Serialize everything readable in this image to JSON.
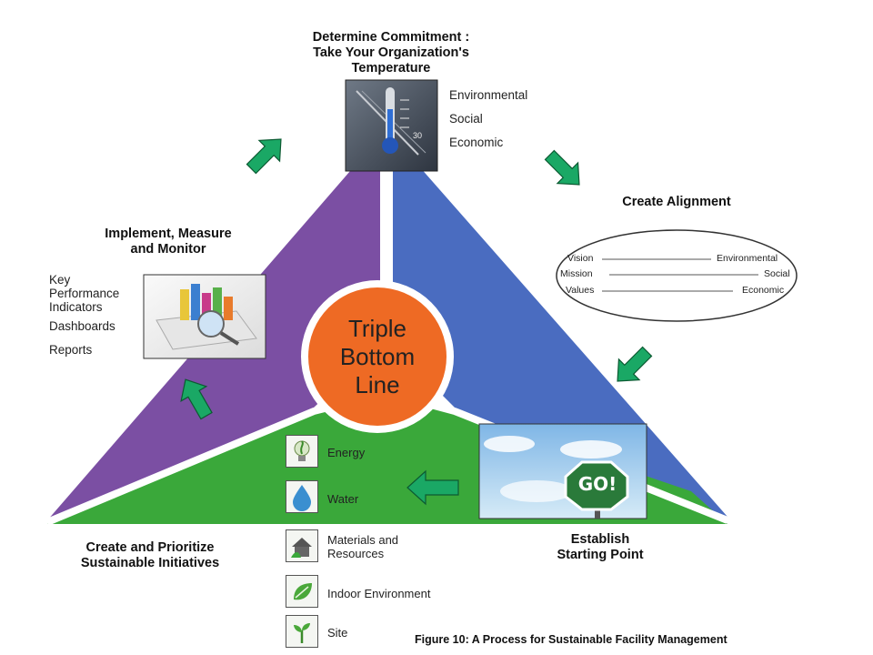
{
  "stages": {
    "determine": {
      "title_lines": [
        "Determine Commitment :",
        "Take Your Organization's",
        "Temperature"
      ]
    },
    "alignment": {
      "title": "Create Alignment"
    },
    "implement": {
      "title_lines": [
        "Implement, Measure",
        "and Monitor"
      ]
    },
    "create": {
      "title_lines": [
        "Create and Prioritize",
        "Sustainable Initiatives"
      ]
    },
    "establish": {
      "title_lines": [
        "Establish",
        "Starting Point"
      ]
    }
  },
  "commitment_items": [
    "Environmental",
    "Social",
    "Economic"
  ],
  "implement_items": [
    "Key",
    "Performance",
    "Indicators",
    "Dashboards",
    "Reports"
  ],
  "alignment_left": [
    "Vision",
    "Mission",
    "Values"
  ],
  "alignment_right": [
    "Environmental",
    "Social",
    "Economic"
  ],
  "center_lines": [
    "Triple",
    "Bottom",
    "Line"
  ],
  "resources": [
    {
      "label": "Energy",
      "icon": "bulb-icon"
    },
    {
      "label": "Water",
      "icon": "water-drop-icon"
    },
    {
      "label": "Materials and\nResources",
      "icon": "house-icon"
    },
    {
      "label": "Indoor Environment",
      "icon": "leaf-icon"
    },
    {
      "label": "Site",
      "icon": "sprout-icon"
    }
  ],
  "go_sign": "GO!",
  "thermometer_scale": "30",
  "caption": "Figure 10: A Process for Sustainable Facility Management",
  "colors": {
    "purple": "#7b4fa3",
    "blue": "#4a6cc0",
    "green": "#3aa83a",
    "orange": "#ee6a24",
    "arrow": "#1aa865"
  }
}
